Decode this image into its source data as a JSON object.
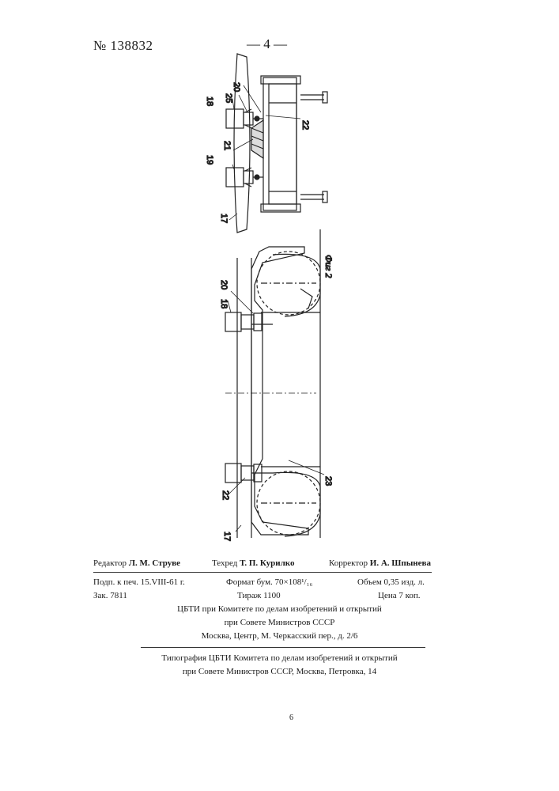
{
  "header": {
    "patent_number": "№ 138832",
    "page_number": "— 4 —"
  },
  "drawing": {
    "figure_label": "Фиг 2",
    "top_view_labels": [
      "20",
      "25",
      "18",
      "22",
      "21",
      "19",
      "17"
    ],
    "side_view_labels": [
      "20",
      "18",
      "22",
      "23",
      "17"
    ]
  },
  "credits": {
    "editor_label": "Редактор",
    "editor_name": "Л. М. Струве",
    "techeditor_label": "Техред",
    "techeditor_name": "Т. П. Курилко",
    "corrector_label": "Корректор",
    "corrector_name": "И. А. Шпынева"
  },
  "imprint": {
    "signed": "Подп. к печ. 15.VIII-61 г.",
    "format": "Формат бум. 70×108¹/₁₆",
    "volume": "Объем 0,35 изд. л.",
    "order": "Зак. 7811",
    "circulation": "Тираж 1100",
    "price": "Цена 7 коп.",
    "publisher_line1": "ЦБТИ при Комитете по делам изобретений и открытий",
    "publisher_line2": "при Совете Министров СССР",
    "publisher_line3": "Москва, Центр, М. Черкасский пер., д. 2/6",
    "printer_line1": "Типография ЦБТИ Комитета по делам изобретений и открытий",
    "printer_line2": "при Совете Министров СССР, Москва, Петровка, 14"
  },
  "footer": {
    "sheet_number": "6"
  }
}
